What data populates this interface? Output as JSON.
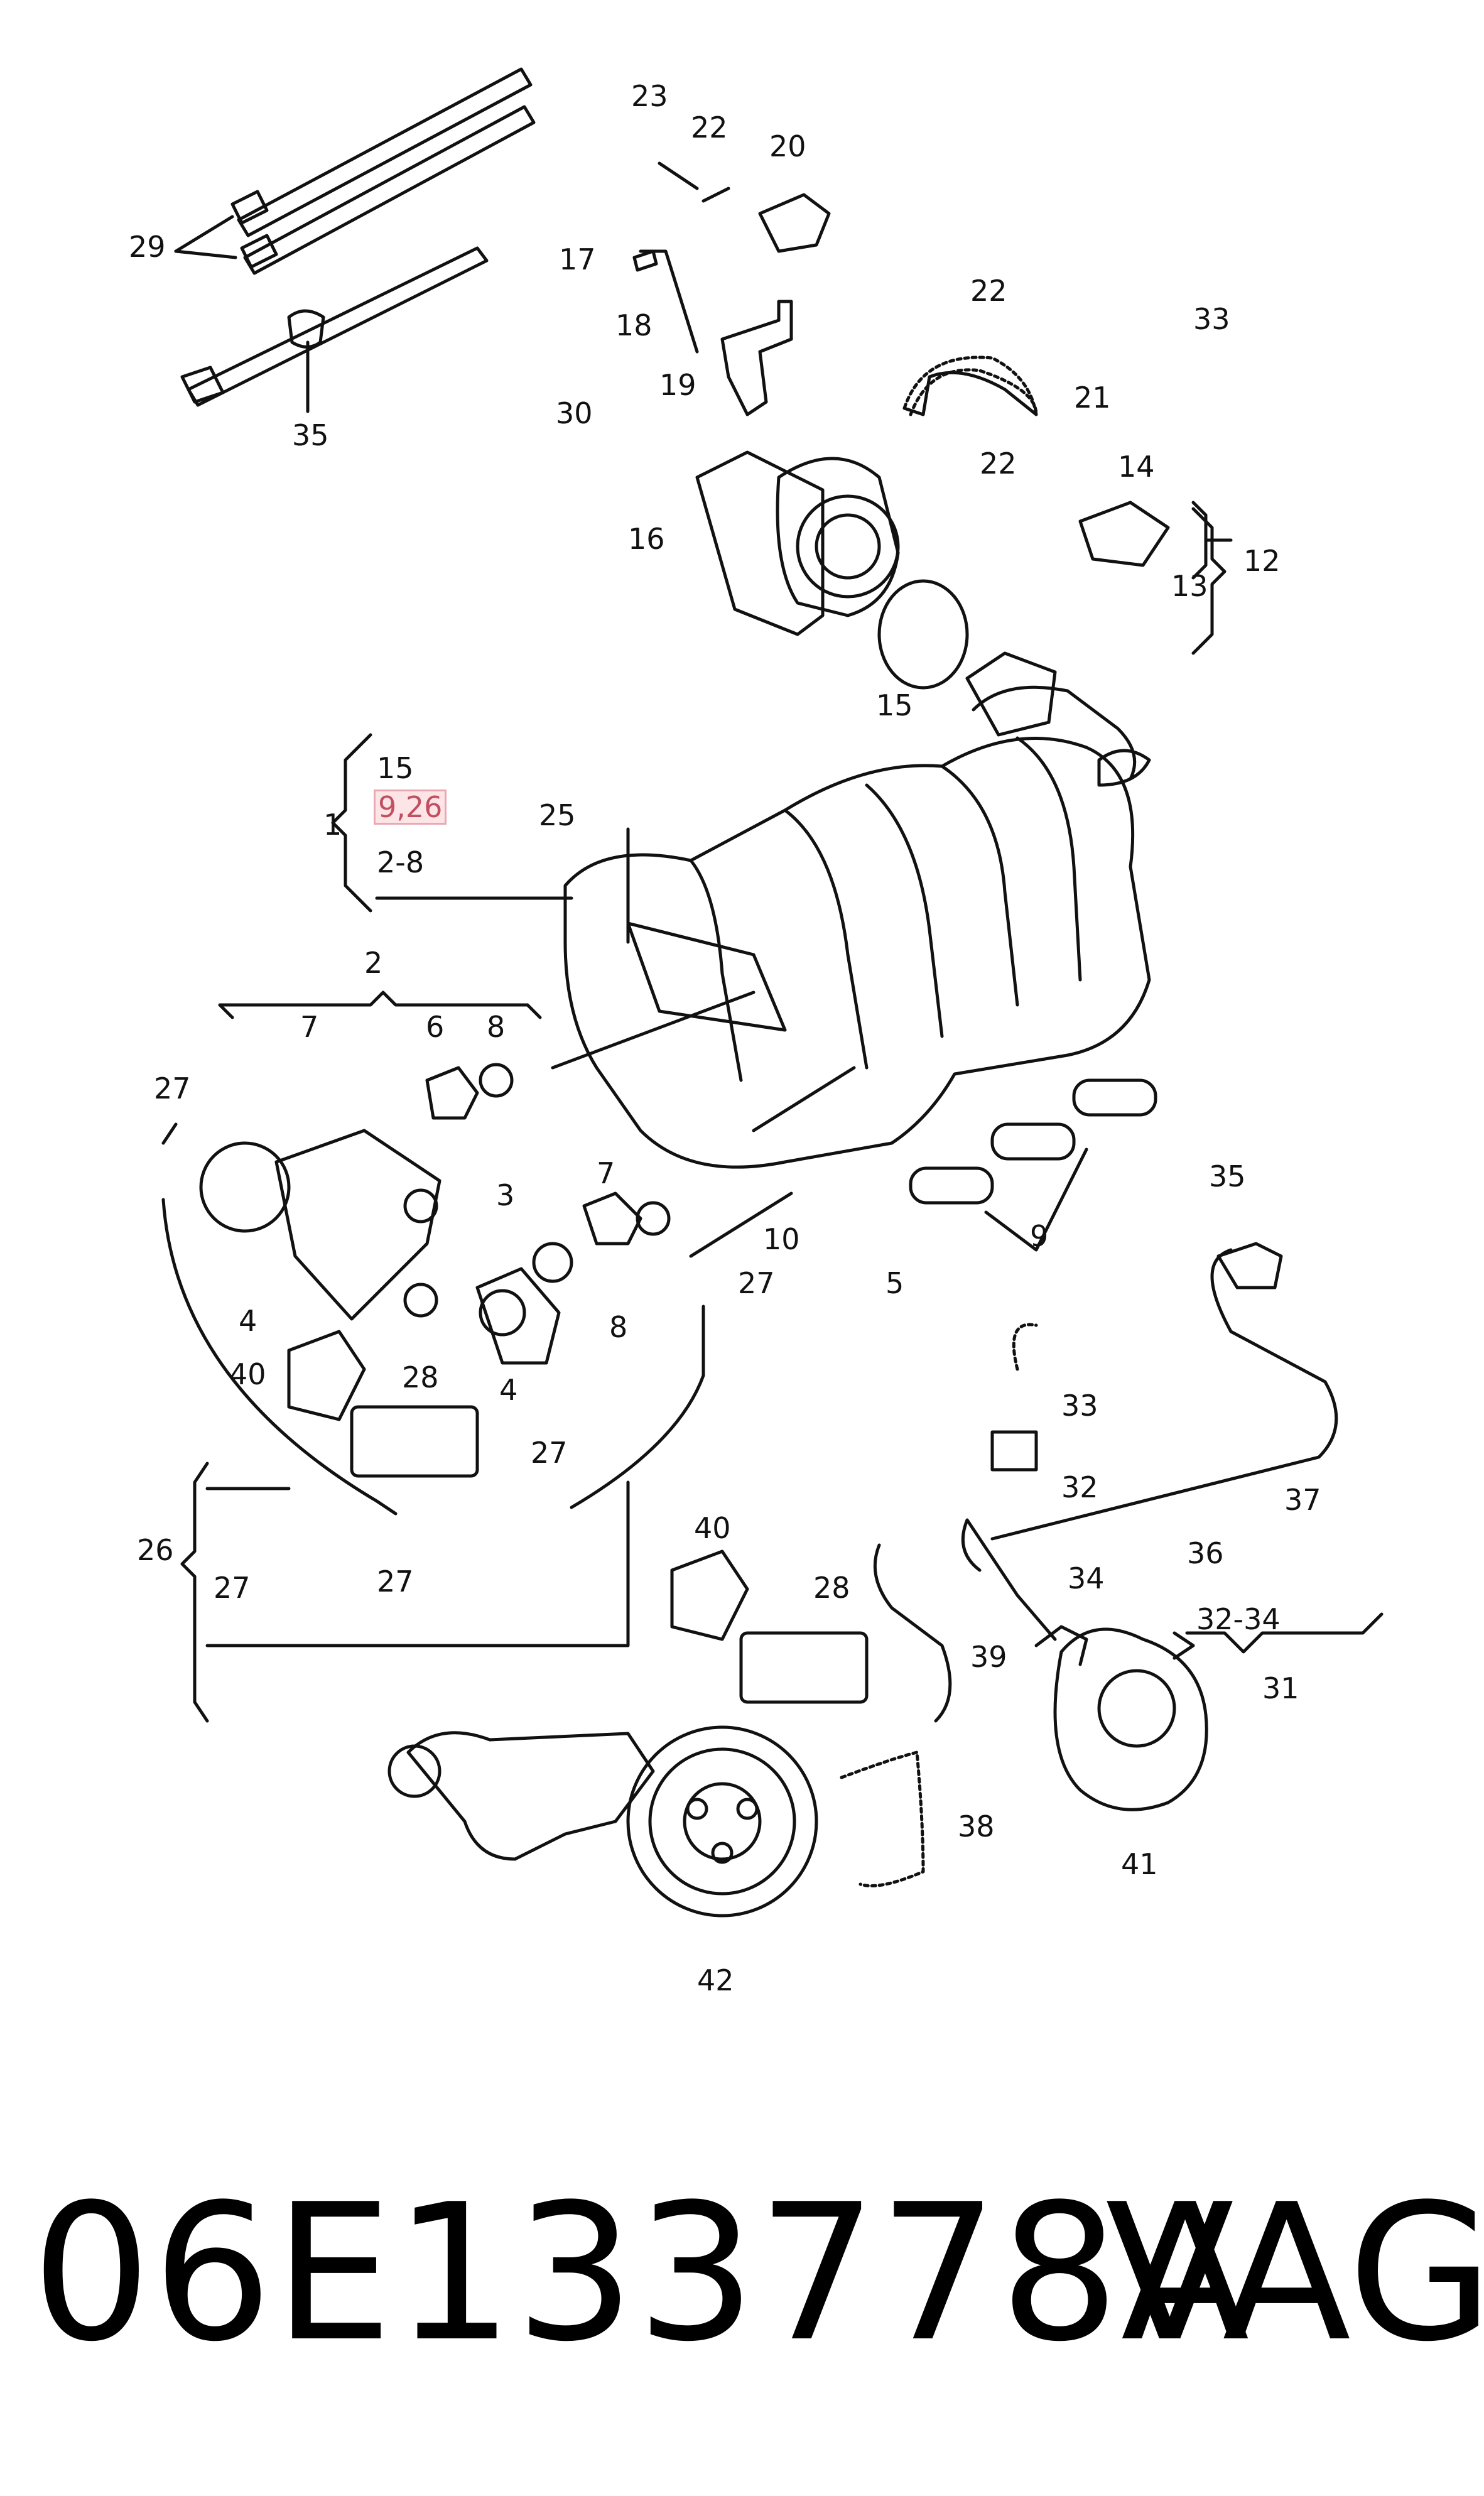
{
  "callouts": {
    "c23": "23",
    "c22a": "22",
    "c20": "20",
    "c29": "29",
    "c17": "17",
    "c22b": "22",
    "c33a": "33",
    "c18": "18",
    "c19": "19",
    "c21": "21",
    "c35a": "35",
    "c30": "30",
    "c22c": "22",
    "c14": "14",
    "c16": "16",
    "c12": "12",
    "c13": "13",
    "c15a": "15",
    "c1": "1",
    "c15b": "15",
    "c926": "9,26",
    "c28range": "2-8",
    "c25": "25",
    "c2": "2",
    "c7a": "7",
    "c6": "6",
    "c8a": "8",
    "c27a": "27",
    "c3": "3",
    "c7b": "7",
    "c35b": "35",
    "c10": "10",
    "c27b": "27",
    "c5": "5",
    "c9": "9",
    "c4a": "4",
    "c8b": "8",
    "c40a": "40",
    "c28a": "28",
    "c4b": "4",
    "c33b": "33",
    "c27c": "27",
    "c32": "32",
    "c37": "37",
    "c26": "26",
    "c27d": "27",
    "c27e": "27",
    "c40b": "40",
    "c34": "34",
    "c36": "36",
    "c28b": "28",
    "c3234": "32-34",
    "c39": "39",
    "c31": "31",
    "c38": "38",
    "c41": "41",
    "c42": "42"
  },
  "footer": {
    "part_number": "06E133778A",
    "brand": "VAG"
  }
}
